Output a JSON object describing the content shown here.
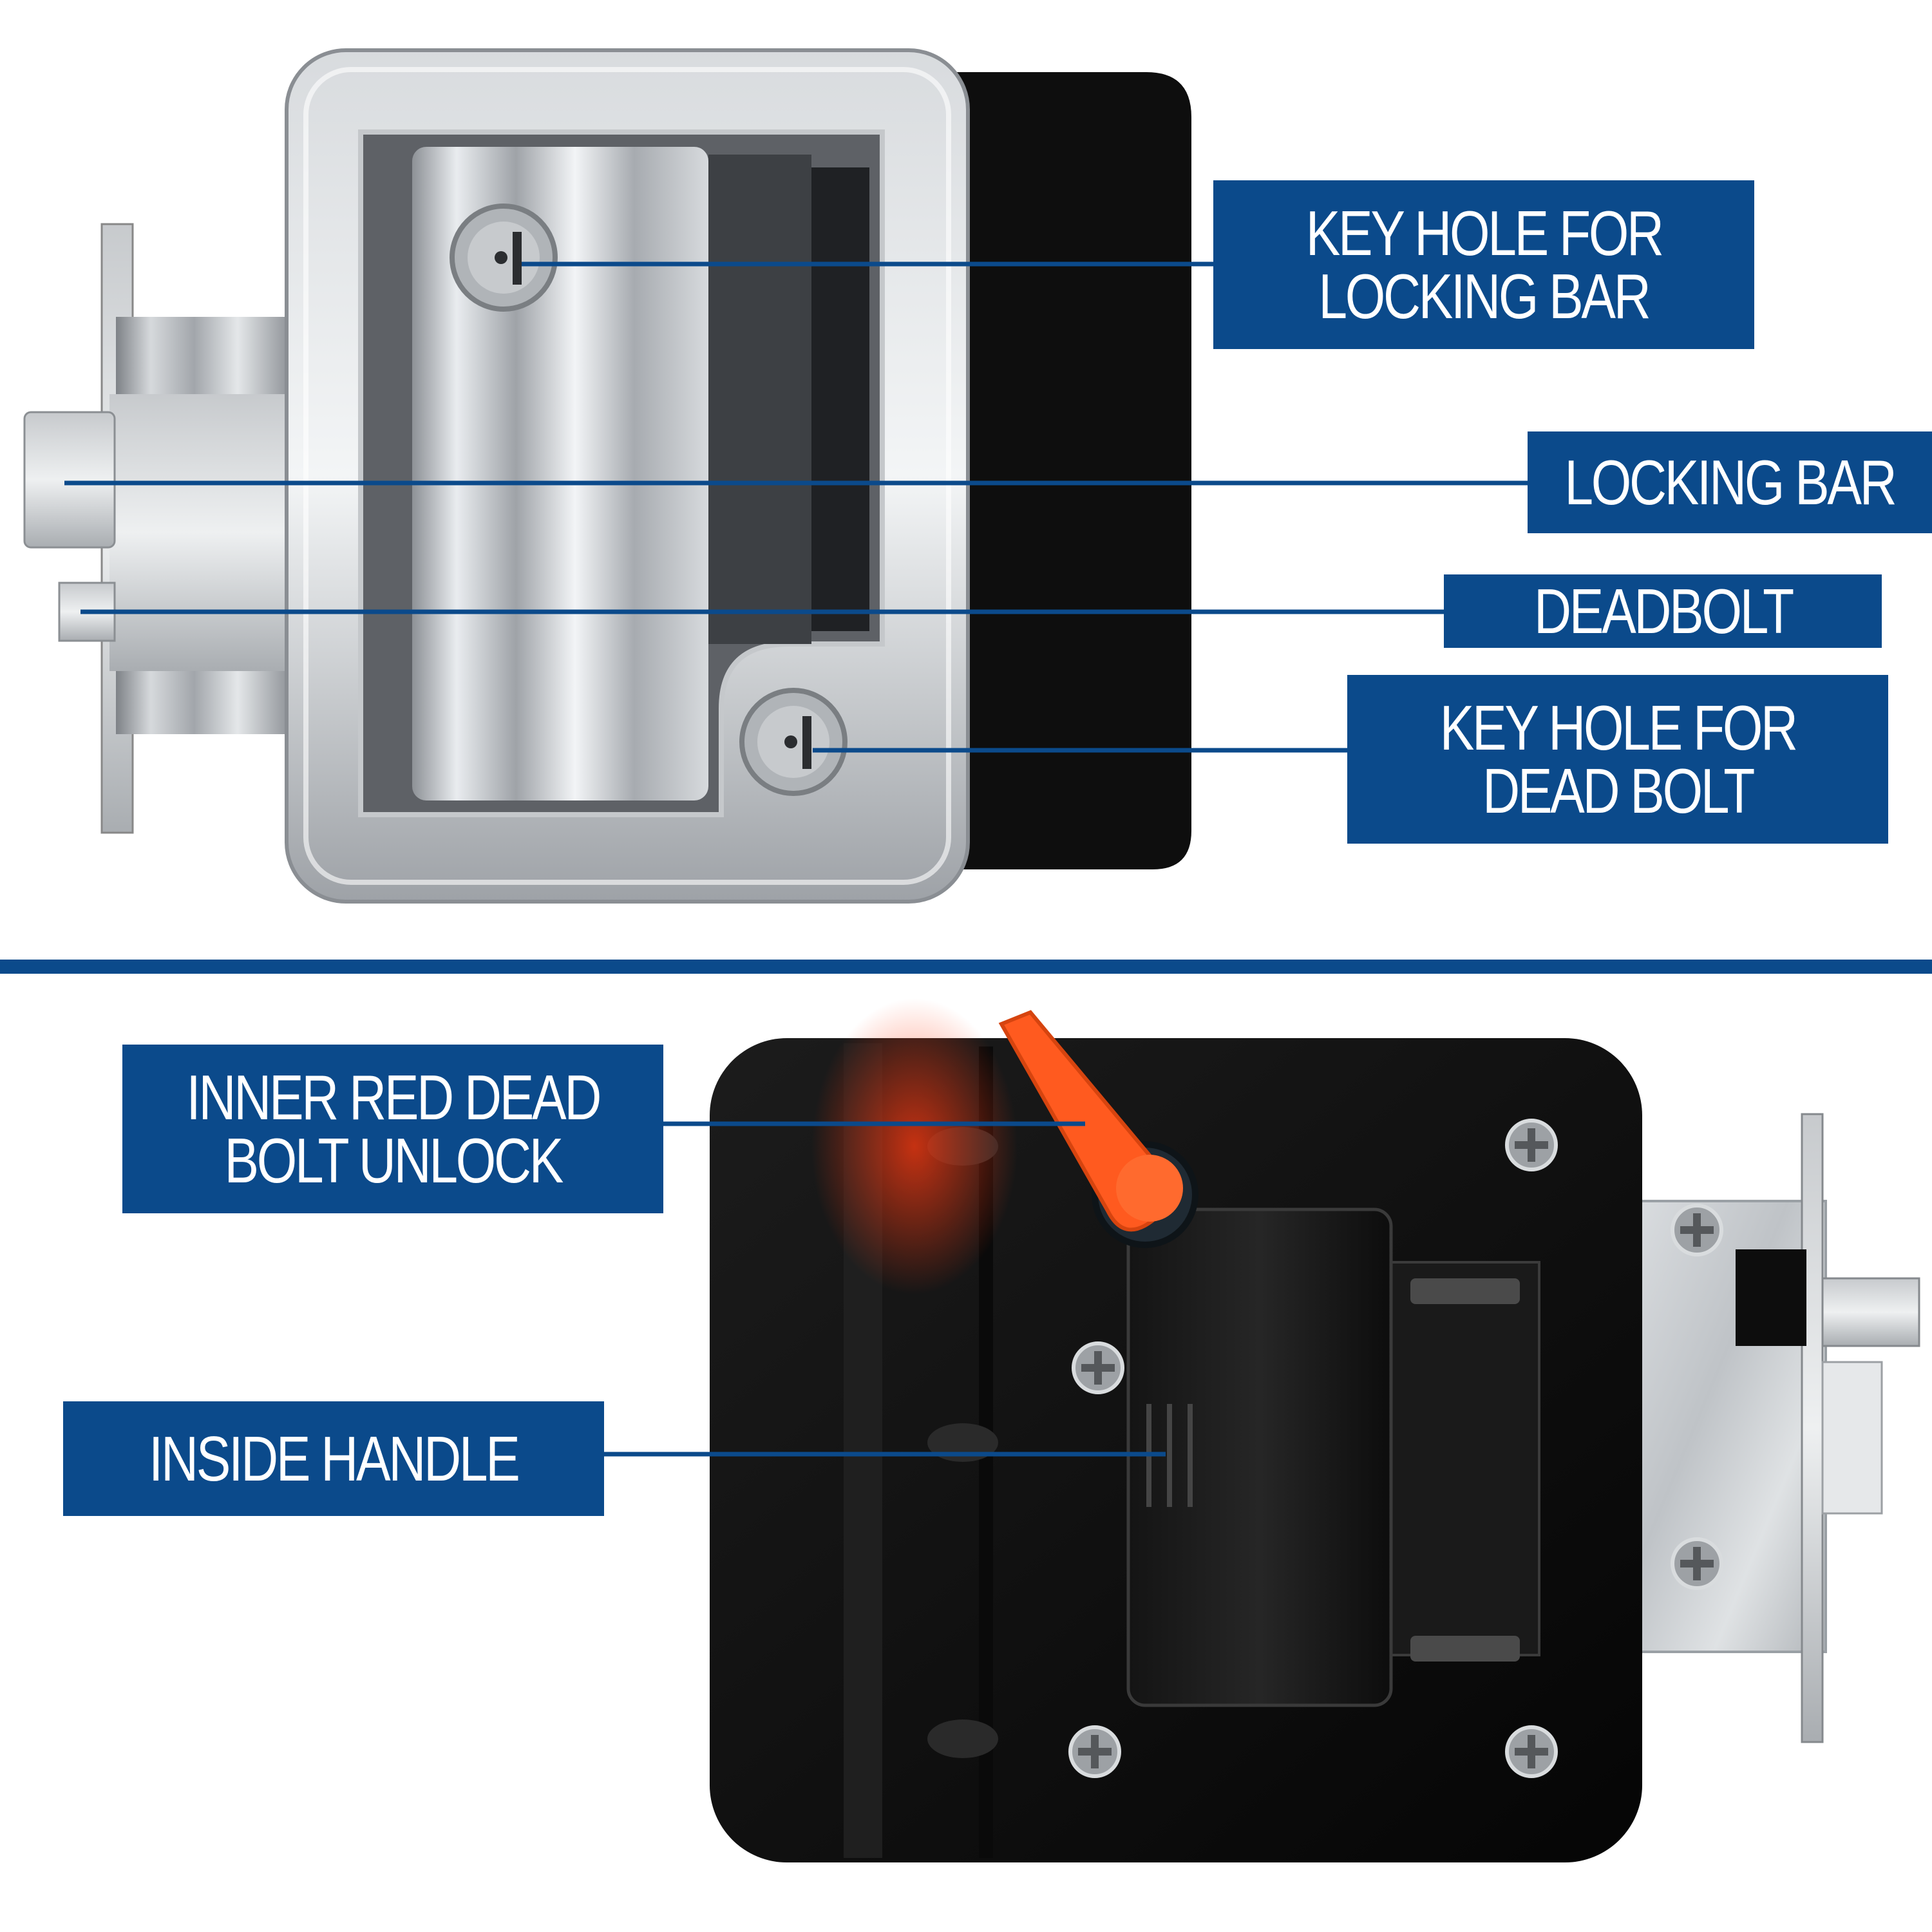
{
  "colors": {
    "label_bg": "#0b4a8b",
    "label_text": "#ffffff",
    "leader_line": "#0b4a8b",
    "chrome": "#b9bdc2",
    "black_plate": "#111111",
    "orange_lever": "#ff5a1f"
  },
  "exterior_callouts": {
    "key_hole_locking_bar": {
      "line1": "KEY HOLE FOR",
      "line2": "LOCKING BAR"
    },
    "locking_bar": {
      "line1": "LOCKING BAR"
    },
    "deadbolt": {
      "line1": "DEADBOLT"
    },
    "key_hole_dead_bolt": {
      "line1": "KEY HOLE FOR",
      "line2": "DEAD BOLT"
    }
  },
  "interior_callouts": {
    "inner_red_dead_bolt_unlock": {
      "line1": "INNER RED DEAD",
      "line2": "BOLT UNLOCK"
    },
    "inside_handle": {
      "line1": "INSIDE HANDLE"
    }
  },
  "icons": {
    "exterior_lock": "rv-entry-lock-exterior-chrome",
    "interior_lock": "rv-entry-lock-interior-black",
    "screw": "phillips-screw-icon",
    "keyhole": "keyhole-icon"
  }
}
